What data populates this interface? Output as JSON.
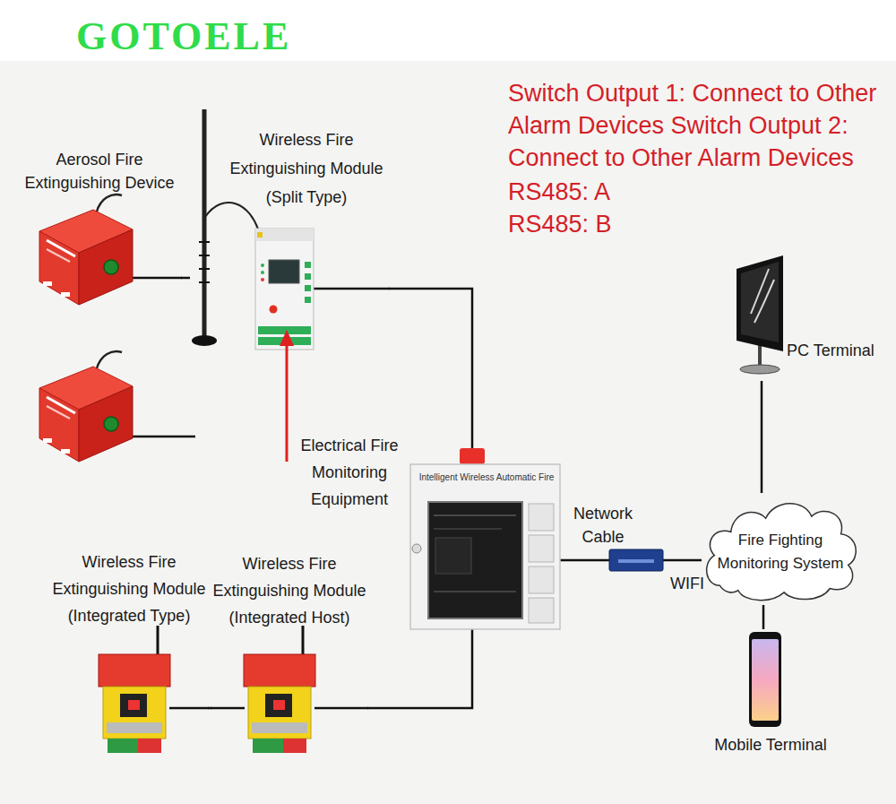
{
  "diagram": {
    "nodes": [
      {
        "text": [
          "Aerosol Fire Extinguishing Device"
        ]
      },
      {
        "text": [
          "Wireless Fire Extinguishing Module (Split Type)"
        ]
      },
      {
        "text": [
          "Electrical Fire Monitoring Equipment",
          "Intelligent Wireless Automatic Fire"
        ]
      },
      {
        "text": [
          "Wireless Fire Extinguishing Module (Integrated Type)"
        ]
      },
      {
        "text": [
          "Wireless Fire Extinguishing Module (Integrated Host)"
        ]
      },
      {
        "text": [
          "Fire Fighting Monitoring System"
        ]
      },
      {
        "text": [
          "PC Terminal"
        ]
      },
      {
        "text": [
          "Mobile Terminal"
        ]
      }
    ],
    "edges": [
      {
        "from": 0,
        "to": 1,
        "arrow": "none"
      },
      {
        "from": 1,
        "to": 2,
        "arrow": "none"
      },
      {
        "from": 2,
        "to": 5,
        "label": "Network Cable",
        "arrow": "none"
      },
      {
        "from": 5,
        "to": 6,
        "arrow": "none"
      },
      {
        "from": 5,
        "to": 7,
        "arrow": "none"
      },
      {
        "from": 2,
        "to": 4,
        "arrow": "none"
      },
      {
        "from": 4,
        "to": 3,
        "arrow": "none"
      }
    ],
    "labels": [
      "GOTOELE",
      "Switch Output 1: Connect to Other Alarm Devices Switch Output 2: Connect to Other Alarm Devices",
      "RS485: A",
      "RS485: B",
      "WIFI"
    ]
  }
}
